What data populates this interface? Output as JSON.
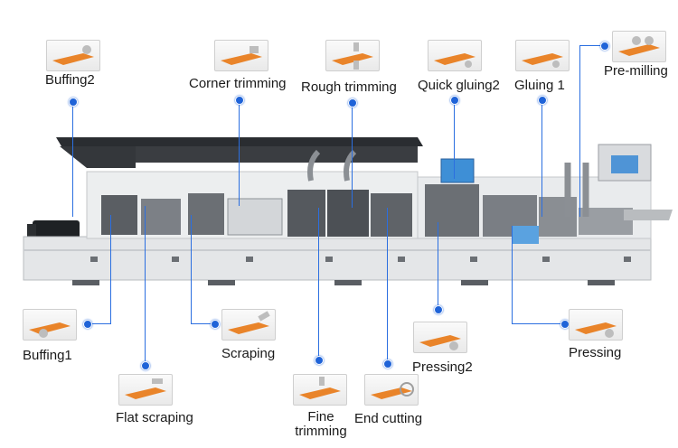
{
  "stations": {
    "buffing2": "Buffing2",
    "corner_trimming": "Corner trimming",
    "rough_trimming": "Rough trimming",
    "quick_gluing2": "Quick gluing2",
    "gluing1": "Gluing 1",
    "pre_milling": "Pre-milling",
    "buffing1": "Buffing1",
    "scraping": "Scraping",
    "flat_scraping": "Flat scraping",
    "fine_trimming_line1": "Fine",
    "fine_trimming_line2": "trimming",
    "end_cutting": "End cutting",
    "pressing2": "Pressing2",
    "pressing": "Pressing"
  },
  "colors": {
    "accent_blue": "#1f63d8",
    "edge_band_orange": "#e9842a",
    "machine_body": "#e4e6e8",
    "machine_top": "#2a2d31"
  },
  "icons": {
    "thumb": "edge-banding-step-icon"
  }
}
